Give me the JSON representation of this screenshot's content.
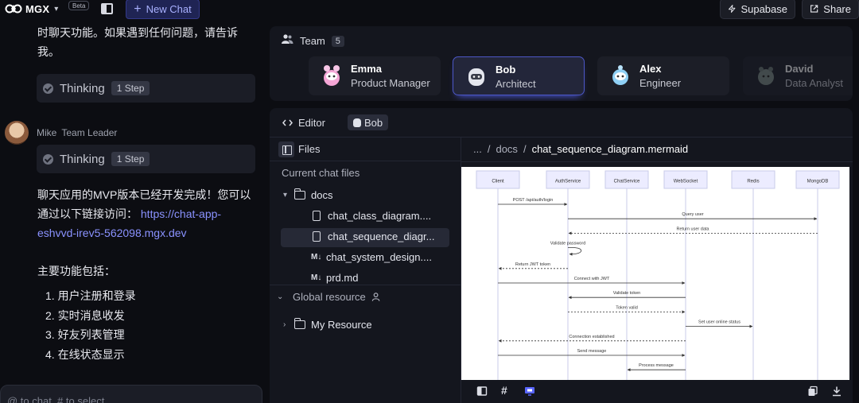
{
  "topbar": {
    "brand": "MGX",
    "beta": "Beta",
    "new_chat": "New Chat",
    "supabase": "Supabase",
    "share": "Share"
  },
  "chat": {
    "intro_line1": "时聊天功能。如果遇到任何问题，请告诉",
    "intro_line2": "我。",
    "thinking_1": {
      "label": "Thinking",
      "steps": "1 Step"
    },
    "author": {
      "name": "Mike",
      "role": "Team Leader"
    },
    "thinking_2": {
      "label": "Thinking",
      "steps": "1 Step"
    },
    "done_line1": "聊天应用的MVP版本已经开发完成！您可以",
    "done_line2_prefix": "通过以下链接访问：",
    "link_part1": "https://chat-app-",
    "link_part2": "eshvvd-irev5-562098.mgx.dev",
    "features_title": "主要功能包括：",
    "features": [
      "1. 用户注册和登录",
      "2. 实时消息收发",
      "3. 好友列表管理",
      "4. 在线状态显示"
    ],
    "input_placeholder": "@ to chat, # to select"
  },
  "team": {
    "title": "Team",
    "count": "5",
    "members": [
      {
        "name": "Emma",
        "role": "Product Manager",
        "color": "#f5a6d6"
      },
      {
        "name": "Bob",
        "role": "Architect",
        "color": "#e4e6ee"
      },
      {
        "name": "Alex",
        "role": "Engineer",
        "color": "#8fd0f5"
      },
      {
        "name": "David",
        "role": "Data Analyst",
        "color": "#7b8a84"
      }
    ]
  },
  "editor": {
    "tab": "Editor",
    "agent_chip": "Bob",
    "files_label": "Files",
    "current_section": "Current chat files",
    "folder_docs": "docs",
    "files": [
      {
        "name": "chat_class_diagram....",
        "type": "file"
      },
      {
        "name": "chat_sequence_diagr...",
        "type": "file",
        "selected": true
      },
      {
        "name": "chat_system_design....",
        "type": "md"
      },
      {
        "name": "prd.md",
        "type": "md"
      }
    ],
    "md_icon_text": "M↓",
    "global_resource": "Global resource",
    "my_resource": "My Resource",
    "breadcrumb": {
      "ellipsis": "...",
      "folder": "docs",
      "file": "chat_sequence_diagram.mermaid"
    }
  },
  "diagram": {
    "participants": [
      "Client",
      "AuthService",
      "ChatService",
      "WebSocket",
      "Redis",
      "MongoDB"
    ],
    "messages": [
      {
        "from": 0,
        "to": 1,
        "label": "POST /api/auth/login",
        "dashed": false
      },
      {
        "from": 1,
        "to": 5,
        "label": "Query user",
        "dashed": false
      },
      {
        "from": 5,
        "to": 1,
        "label": "Return user data",
        "dashed": true
      },
      {
        "from": 1,
        "to": 1,
        "label": "Validate password",
        "dashed": false,
        "self": true
      },
      {
        "from": 1,
        "to": 0,
        "label": "Return JWT token",
        "dashed": true
      },
      {
        "from": 0,
        "to": 3,
        "label": "Connect with JWT",
        "dashed": false
      },
      {
        "from": 3,
        "to": 1,
        "label": "Validate token",
        "dashed": false
      },
      {
        "from": 1,
        "to": 3,
        "label": "Token valid",
        "dashed": true
      },
      {
        "from": 3,
        "to": 4,
        "label": "Set user online status",
        "dashed": false
      },
      {
        "from": 3,
        "to": 0,
        "label": "Connection established",
        "dashed": true
      },
      {
        "from": 0,
        "to": 3,
        "label": "Send message",
        "dashed": false
      },
      {
        "from": 3,
        "to": 2,
        "label": "Process message",
        "dashed": false
      }
    ]
  }
}
